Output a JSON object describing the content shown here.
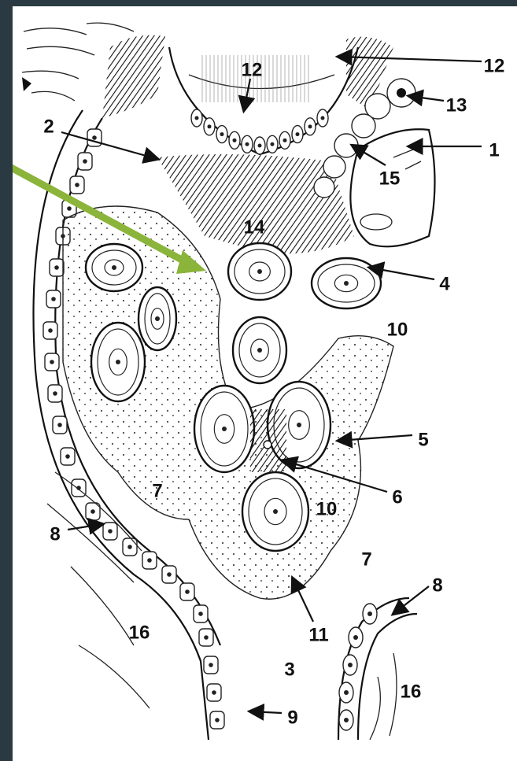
{
  "figure": {
    "labels": [
      "1",
      "2",
      "3",
      "4",
      "5",
      "6",
      "7",
      "7",
      "8",
      "8",
      "9",
      "10",
      "10",
      "11",
      "12",
      "12",
      "13",
      "14",
      "15",
      "16",
      "16"
    ]
  },
  "colors": {
    "background": "#2b3a42",
    "slide": "#ffffff",
    "ink": "#111111",
    "pointer_arrow": "#8bb43a"
  }
}
